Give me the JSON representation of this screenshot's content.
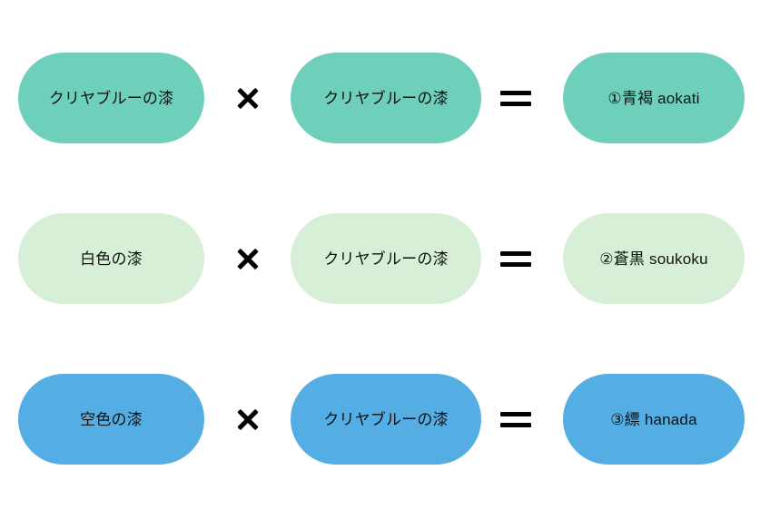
{
  "board": {
    "title": "lacquer-mixing-recipes",
    "operators": {
      "times_symbol": "×",
      "equals_symbol": "=",
      "times_icon": "multiply-icon",
      "equals_icon": "equals-icon"
    },
    "rows": [
      {
        "id": "row-1",
        "color": "#6ecfbb",
        "ingredient_a": "クリヤブルーの漆",
        "ingredient_b": "クリヤブルーの漆",
        "result": "①青褐 aokati"
      },
      {
        "id": "row-2",
        "color": "#d6efd6",
        "ingredient_a": "白色の漆",
        "ingredient_b": "クリヤブルーの漆",
        "result": "②蒼黒 soukoku"
      },
      {
        "id": "row-3",
        "color": "#54aee4",
        "ingredient_a": "空色の漆",
        "ingredient_b": "クリヤブルーの漆",
        "result": "③縹 hanada"
      }
    ]
  }
}
